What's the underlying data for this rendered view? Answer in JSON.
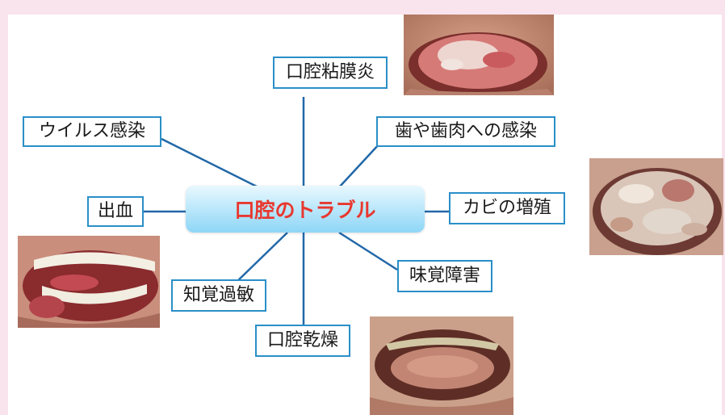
{
  "center": {
    "label": "口腔のトラブル"
  },
  "nodes": {
    "mucositis": "口腔粘膜炎",
    "viral": "ウイルス感染",
    "dental": "歯や歯肉への感染",
    "bleeding": "出血",
    "fungal": "カビの増殖",
    "hyperesthesia": "知覚過敏",
    "taste": "味覚障害",
    "dryness": "口腔乾燥"
  },
  "colors": {
    "line": "#2268a8",
    "box_border": "#2a8fc8",
    "center_text": "#e8382f",
    "frame": "#f9e3ec"
  }
}
